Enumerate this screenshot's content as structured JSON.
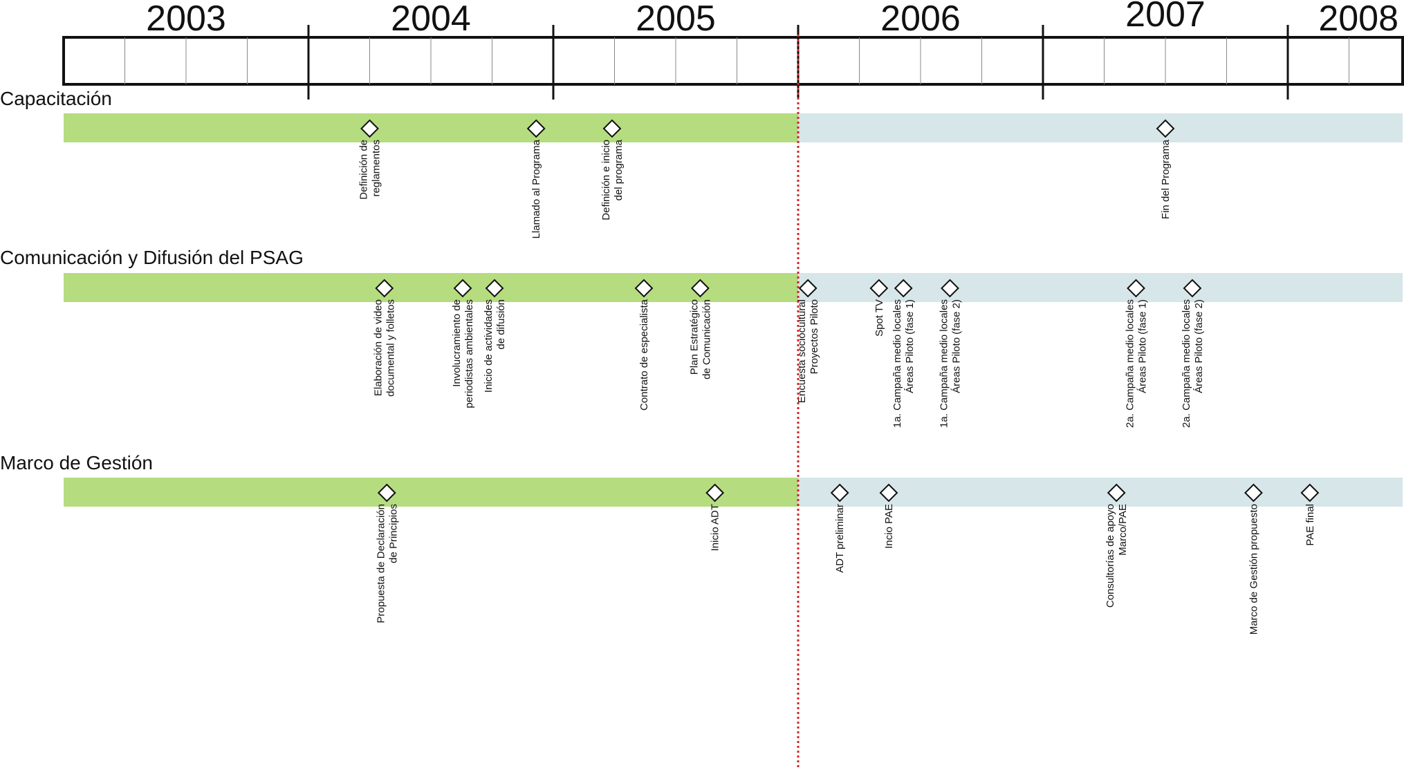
{
  "timeline": {
    "years": [
      "2003",
      "2004",
      "2005",
      "2006",
      "2007",
      "2008"
    ],
    "today_marker": 2006.0,
    "colors": {
      "completed": "#b5dc7f",
      "planned": "#d6e6e9",
      "today_line": "#d42424",
      "axis": "#111111"
    }
  },
  "sections": [
    {
      "title": "Capacitación",
      "milestones": [
        {
          "t": 2004.25,
          "lines": [
            "Definición de",
            "reglamentos"
          ]
        },
        {
          "t": 2004.93,
          "lines": [
            "Llamado al Programa"
          ]
        },
        {
          "t": 2005.24,
          "lines": [
            "Definición e inicio",
            "del programa"
          ]
        },
        {
          "t": 2007.5,
          "lines": [
            "Fin del Programa"
          ]
        }
      ]
    },
    {
      "title": "Comunicación y Difusión del PSAG",
      "milestones": [
        {
          "t": 2004.31,
          "lines": [
            "Elaboración de video",
            "documental y folletos"
          ]
        },
        {
          "t": 2004.63,
          "lines": [
            "Involucramiento de",
            "periodistas ambientales"
          ]
        },
        {
          "t": 2004.76,
          "lines": [
            "Inicio de actividades",
            "de difusión"
          ]
        },
        {
          "t": 2005.37,
          "lines": [
            "Contrato de especialista"
          ]
        },
        {
          "t": 2005.6,
          "lines": [
            "Plan Estratégico",
            "de Comunicación"
          ]
        },
        {
          "t": 2006.04,
          "lines": [
            "Encuesta sociocultural",
            "Proyectos Piloto"
          ]
        },
        {
          "t": 2006.33,
          "lines": [
            "Spot TV"
          ]
        },
        {
          "t": 2006.43,
          "lines": [
            "1a. Campaña medio locales",
            "Áreas Piloto (fase 1)"
          ]
        },
        {
          "t": 2006.62,
          "lines": [
            "1a. Campaña medio locales",
            "Áreas Piloto (fase 2)"
          ]
        },
        {
          "t": 2007.38,
          "lines": [
            "2a. Campaña medio locales",
            "Áreas Piloto (fase 1)"
          ]
        },
        {
          "t": 2007.61,
          "lines": [
            "2a. Campaña medio locales",
            "Áreas Piloto (fase 2)"
          ]
        }
      ]
    },
    {
      "title": "Marco de Gestión",
      "milestones": [
        {
          "t": 2004.32,
          "lines": [
            "Propuesta de Declaración",
            "de Principios"
          ]
        },
        {
          "t": 2005.66,
          "lines": [
            "Inicio ADT"
          ]
        },
        {
          "t": 2006.17,
          "lines": [
            "ADT preliminar"
          ]
        },
        {
          "t": 2006.37,
          "lines": [
            "Incio PAE"
          ]
        },
        {
          "t": 2007.3,
          "lines": [
            "Consultorías de apoyo",
            "Marco/PAE"
          ]
        },
        {
          "t": 2007.86,
          "lines": [
            "Marco de Gestión propuesto"
          ]
        },
        {
          "t": 2008.09,
          "lines": [
            "PAE final"
          ]
        }
      ]
    }
  ]
}
